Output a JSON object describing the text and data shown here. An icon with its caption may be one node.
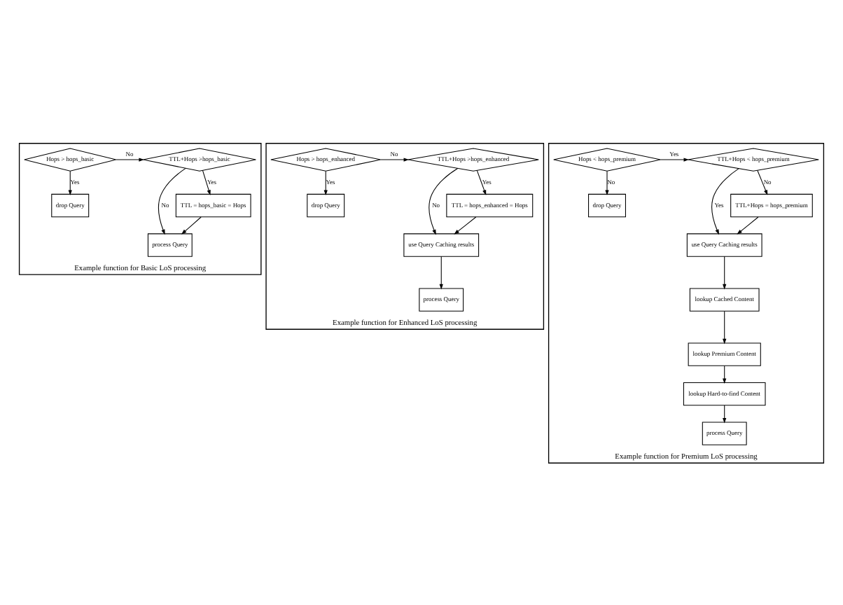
{
  "diagram": {
    "nodes": [
      {
        "text": [
          "Example function for Basic LoS processing"
        ]
      },
      {
        "text": [
          "Hops > hops_basic"
        ],
        "in": 0
      },
      {
        "text": [
          "TTL+Hops >hops_basic"
        ],
        "in": 0
      },
      {
        "text": [
          "drop Query"
        ],
        "in": 0
      },
      {
        "text": [
          "TTL = hops_basic = Hops"
        ],
        "in": 0
      },
      {
        "text": [
          "process Query"
        ],
        "in": 0
      },
      {
        "text": [
          "Example function for Enhanced LoS processing"
        ]
      },
      {
        "text": [
          "Hops > hops_enhanced"
        ],
        "in": 6
      },
      {
        "text": [
          "TTL+Hops >hops_enhanced"
        ],
        "in": 6
      },
      {
        "text": [
          "drop Query"
        ],
        "in": 6
      },
      {
        "text": [
          "TTL = hops_enhanced = Hops"
        ],
        "in": 6
      },
      {
        "text": [
          "use Query Caching results"
        ],
        "in": 6
      },
      {
        "text": [
          "process Query"
        ],
        "in": 6
      },
      {
        "text": [
          "Example function for Premium LoS processing"
        ]
      },
      {
        "text": [
          "Hops < hops_premium"
        ],
        "in": 13
      },
      {
        "text": [
          "TTL+Hops < hops_premium"
        ],
        "in": 13
      },
      {
        "text": [
          "drop Query"
        ],
        "in": 13
      },
      {
        "text": [
          "TTL+Hops = hops_premium"
        ],
        "in": 13
      },
      {
        "text": [
          "use Query Caching results"
        ],
        "in": 13
      },
      {
        "text": [
          "lookup Cached Content"
        ],
        "in": 13
      },
      {
        "text": [
          "lookup Premium Content"
        ],
        "in": 13
      },
      {
        "text": [
          "lookup Hard-to-find Content"
        ],
        "in": 13
      },
      {
        "text": [
          "process Query"
        ],
        "in": 13
      }
    ],
    "edges": [
      {
        "from": 1,
        "to": 2,
        "arrow": "to",
        "label": "No"
      },
      {
        "from": 1,
        "to": 3,
        "arrow": "to",
        "label": "Yes"
      },
      {
        "from": 2,
        "to": 4,
        "arrow": "to",
        "label": "Yes"
      },
      {
        "from": 2,
        "to": 5,
        "arrow": "to",
        "label": "No"
      },
      {
        "from": 4,
        "to": 5,
        "arrow": "to"
      },
      {
        "from": 7,
        "to": 8,
        "arrow": "to",
        "label": "No"
      },
      {
        "from": 7,
        "to": 9,
        "arrow": "to",
        "label": "Yes"
      },
      {
        "from": 8,
        "to": 10,
        "arrow": "to",
        "label": "Yes"
      },
      {
        "from": 8,
        "to": 11,
        "arrow": "to",
        "label": "No"
      },
      {
        "from": 10,
        "to": 11,
        "arrow": "to"
      },
      {
        "from": 11,
        "to": 12,
        "arrow": "to"
      },
      {
        "from": 14,
        "to": 15,
        "arrow": "to",
        "label": "Yes"
      },
      {
        "from": 14,
        "to": 16,
        "arrow": "to",
        "label": "No"
      },
      {
        "from": 15,
        "to": 17,
        "arrow": "to",
        "label": "No"
      },
      {
        "from": 15,
        "to": 18,
        "arrow": "to",
        "label": "Yes"
      },
      {
        "from": 17,
        "to": 18,
        "arrow": "to"
      },
      {
        "from": 18,
        "to": 19,
        "arrow": "to"
      },
      {
        "from": 19,
        "to": 20,
        "arrow": "to"
      },
      {
        "from": 20,
        "to": 21,
        "arrow": "to"
      },
      {
        "from": 21,
        "to": 22,
        "arrow": "to"
      }
    ]
  }
}
